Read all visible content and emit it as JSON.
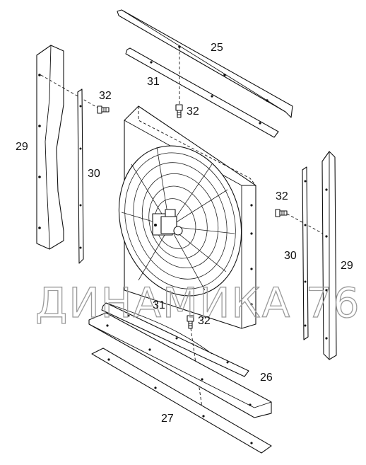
{
  "watermark": "ДИНАМИКА 76",
  "labels": {
    "l25": "25",
    "l31_top": "31",
    "l32_top": "32",
    "l32_left": "32",
    "l29_left": "29",
    "l30_left": "30",
    "l32_right": "32",
    "l30_right": "30",
    "l29_right": "29",
    "l31_bottom": "31",
    "l32_bottom": "32",
    "l26": "26",
    "l27": "27"
  },
  "colors": {
    "line": "#111111",
    "watermark": "#9a9a9a",
    "background": "#ffffff"
  }
}
